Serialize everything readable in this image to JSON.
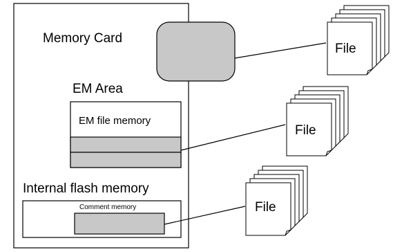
{
  "memory_card": {
    "label": "Memory Card"
  },
  "em_area": {
    "label": "EM Area",
    "file_memory_label": "EM file memory"
  },
  "flash": {
    "label": "Internal flash memory",
    "comment_memory_label": "Comment memory"
  },
  "files": [
    {
      "label": "File"
    },
    {
      "label": "File"
    },
    {
      "label": "File"
    }
  ],
  "colors": {
    "fill_gray": "#c8c8c8",
    "stroke": "#000000",
    "background": "#ffffff"
  }
}
